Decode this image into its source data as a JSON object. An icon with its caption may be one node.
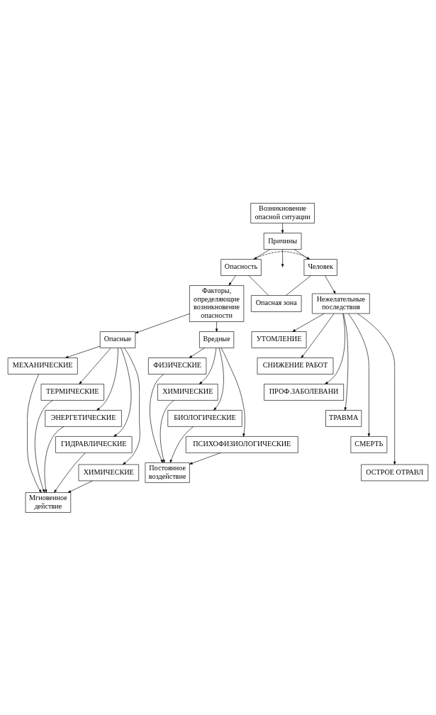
{
  "diagram": {
    "nodes": [
      {
        "text": [
          "Возникновение опасной ситуации"
        ]
      },
      {
        "text": [
          "Причины"
        ]
      },
      {
        "text": [
          "Опасность"
        ]
      },
      {
        "text": [
          "Человек"
        ]
      },
      {
        "text": [
          "Опасная зона"
        ]
      },
      {
        "text": [
          "Факторы, определяющие возникновение опасности"
        ]
      },
      {
        "text": [
          "Нежелательные последствия"
        ]
      },
      {
        "text": [
          "Опасные"
        ]
      },
      {
        "text": [
          "Вредные"
        ]
      },
      {
        "text": [
          "МЕХАНИЧЕСКИЕ"
        ]
      },
      {
        "text": [
          "ТЕРМИЧЕСКИЕ"
        ]
      },
      {
        "text": [
          "ЭНЕРГЕТИЧЕСКИЕ"
        ]
      },
      {
        "text": [
          "ГИДРАВЛИЧЕСКИЕ"
        ]
      },
      {
        "text": [
          "ХИМИЧЕСКИЕ"
        ]
      },
      {
        "text": [
          "ФИЗИЧЕСКИЕ"
        ]
      },
      {
        "text": [
          "ХИМИЧЕСКИЕ"
        ]
      },
      {
        "text": [
          "БИОЛОГИЧЕСКИЕ"
        ]
      },
      {
        "text": [
          "ПСИХОФИЗИОЛОГИЧЕСКИЕ"
        ]
      },
      {
        "text": [
          "УТОМЛЕНИЕ"
        ]
      },
      {
        "text": [
          "СНИЖЕНИЕ РАБОТ"
        ]
      },
      {
        "text": [
          "ПРОФ.ЗАБОЛЕВАНИ"
        ]
      },
      {
        "text": [
          "ТРАВМА"
        ]
      },
      {
        "text": [
          "СМЕРТЬ"
        ]
      },
      {
        "text": [
          "ОСТРОЕ ОТРАВЛ"
        ]
      },
      {
        "text": [
          "Постоянное воздействие"
        ]
      },
      {
        "text": [
          "Мгновенное действие"
        ]
      }
    ],
    "edges": [
      {
        "from": 0,
        "to": 1,
        "arrow": "to"
      },
      {
        "from": 1,
        "to": 2,
        "arrow": "none"
      },
      {
        "from": 1,
        "to": 3,
        "arrow": "none"
      },
      {
        "from": 2,
        "to": 3,
        "arrow": "both",
        "style": "dashed"
      },
      {
        "from": 1,
        "to": null,
        "arrow": "to"
      },
      {
        "from": 2,
        "to": 4,
        "arrow": "none"
      },
      {
        "from": 3,
        "to": 4,
        "arrow": "none"
      },
      {
        "from": 2,
        "to": 5,
        "arrow": "to"
      },
      {
        "from": 3,
        "to": 6,
        "arrow": "to"
      },
      {
        "from": 5,
        "to": 7,
        "arrow": "to"
      },
      {
        "from": 5,
        "to": 8,
        "arrow": "to"
      },
      {
        "from": 7,
        "to": 9,
        "arrow": "to"
      },
      {
        "from": 7,
        "to": 10,
        "arrow": "to"
      },
      {
        "from": 7,
        "to": 11,
        "arrow": "to"
      },
      {
        "from": 7,
        "to": 12,
        "arrow": "to"
      },
      {
        "from": 7,
        "to": 13,
        "arrow": "to"
      },
      {
        "from": 8,
        "to": 14,
        "arrow": "to"
      },
      {
        "from": 8,
        "to": 15,
        "arrow": "to"
      },
      {
        "from": 8,
        "to": 16,
        "arrow": "to"
      },
      {
        "from": 8,
        "to": 17,
        "arrow": "to"
      },
      {
        "from": 6,
        "to": 18,
        "arrow": "to"
      },
      {
        "from": 6,
        "to": 19,
        "arrow": "to"
      },
      {
        "from": 6,
        "to": 20,
        "arrow": "to"
      },
      {
        "from": 6,
        "to": 21,
        "arrow": "to"
      },
      {
        "from": 6,
        "to": 22,
        "arrow": "to"
      },
      {
        "from": 6,
        "to": 23,
        "arrow": "to"
      },
      {
        "from": 9,
        "to": 25,
        "arrow": "to"
      },
      {
        "from": 10,
        "to": 25,
        "arrow": "to"
      },
      {
        "from": 11,
        "to": 25,
        "arrow": "to"
      },
      {
        "from": 12,
        "to": 25,
        "arrow": "to"
      },
      {
        "from": 13,
        "to": 25,
        "arrow": "to"
      },
      {
        "from": 14,
        "to": 24,
        "arrow": "to"
      },
      {
        "from": 15,
        "to": 24,
        "arrow": "to"
      },
      {
        "from": 16,
        "to": 24,
        "arrow": "to"
      },
      {
        "from": 17,
        "to": 24,
        "arrow": "to"
      }
    ]
  }
}
